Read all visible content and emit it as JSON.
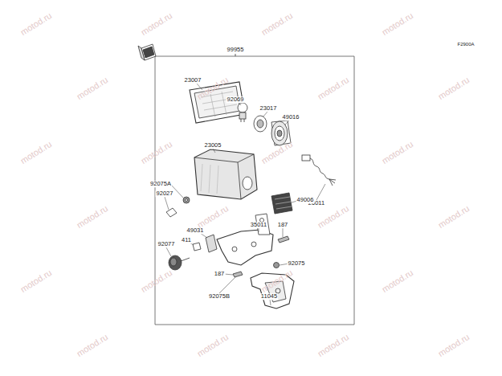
{
  "diagram": {
    "labels": [
      "F2900A",
      "99955",
      "23007",
      "92069",
      "23017",
      "49016",
      "23005",
      "26011",
      "92075A",
      "92027",
      "49006",
      "35011",
      "187",
      "49031",
      "411",
      "92077",
      "92075",
      "187",
      "92075B",
      "11045",
      "motod.ru",
      "motod.ru",
      "motod.ru",
      "motod.ru",
      "motod.ru",
      "motod.ru",
      "motod.ru",
      "motod.ru",
      "motod.ru",
      "motod.ru",
      "motod.ru",
      "motod.ru",
      "motod.ru",
      "motod.ru",
      "motod.ru",
      "motod.ru",
      "motod.ru",
      "motod.ru",
      "motod.ru",
      "motod.ru",
      "motod.ru",
      "motod.ru",
      "motod.ru",
      "motod.ru"
    ]
  }
}
